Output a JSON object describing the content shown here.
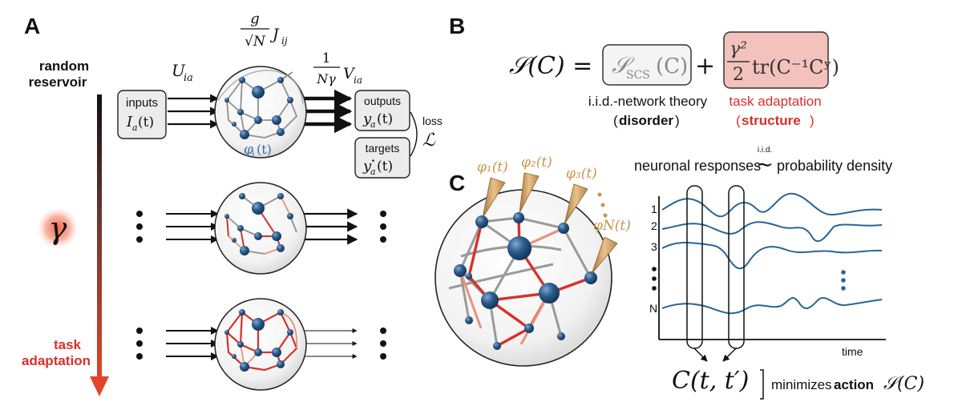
{
  "panels": {
    "a": "A",
    "b": "B",
    "c": "C"
  },
  "panel_a": {
    "top_label_1": "random",
    "top_label_2": "reservoir",
    "bottom_label_1": "task",
    "bottom_label_2": "adaptation",
    "gamma_symbol": "γ",
    "input_weight": "U",
    "input_weight_sub": "ia",
    "recurrent_coeff_num": "g",
    "recurrent_coeff_den": "√N",
    "recurrent_weight": "J",
    "recurrent_weight_sub": "ij",
    "readout_coeff_num": "1",
    "readout_coeff_den": "Nγ",
    "readout_weight": "V",
    "readout_weight_sub": "ia",
    "inputs_label": "inputs",
    "inputs_symbol": "I",
    "inputs_sub": "a",
    "inputs_arg": "(t)",
    "neuron_symbol": "φ",
    "neuron_sub": "i",
    "neuron_arg": "(t)",
    "outputs_label": "outputs",
    "outputs_symbol": "y",
    "outputs_sub": "a",
    "outputs_arg": "(t)",
    "targets_label": "targets",
    "targets_symbol": "y",
    "targets_sup": "⋆",
    "targets_sub": "a",
    "targets_arg": "(t)",
    "loss_label": "loss",
    "loss_symbol": "ℒ"
  },
  "panel_b": {
    "lhs": "𝒮(C) =",
    "term1_main": "𝒮",
    "term1_sub": "SCS",
    "term1_arg": "(C)",
    "plus": "+",
    "term2_num": "γ²",
    "term2_den": "2",
    "term2_rest": "tr(C⁻¹Cʸ)",
    "term1_caption_1": "i.i.d.-network theory",
    "term1_caption_2": "disorder",
    "term2_caption_1": "task adaptation",
    "term2_caption_2": "structure"
  },
  "panel_c": {
    "probe_1": "φ₁(t)",
    "probe_2": "φ₂(t)",
    "probe_3": "φ₃(t)",
    "probe_n": "φN(t)",
    "title_left": "neuronal responses",
    "title_tilde_label": "i.i.d.",
    "title_tilde": "∼",
    "title_right": "probability density",
    "row_labels": [
      "1",
      "2",
      "3",
      "N"
    ],
    "time_label": "time",
    "corr_symbol": "C(t, t′)",
    "minimizes_text": "minimizes",
    "action_text": "action",
    "action_symbol": "𝒮(C)"
  },
  "colors": {
    "neuron": "#1f4e79",
    "red_edge": "#d7312b",
    "light_red_edge": "#e89279",
    "gray_edge": "#9a9a9a",
    "trace": "#2a6496",
    "probe": "#c9944f",
    "caption_red": "#d7312b",
    "gamma_glow": "#ee5a3c"
  }
}
